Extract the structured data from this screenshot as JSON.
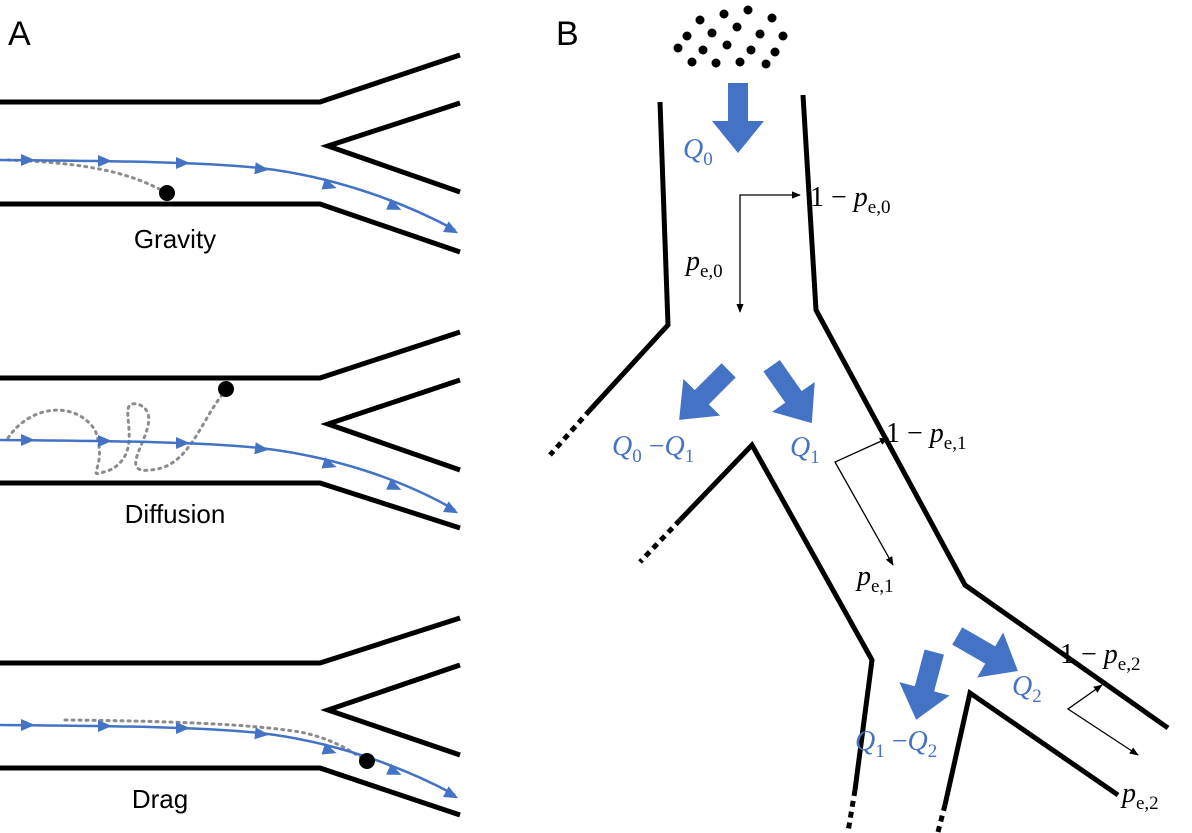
{
  "colors": {
    "flow": "#4472c4",
    "wall": "#000000",
    "trajectory": "#8c8c8c"
  },
  "panel_a": {
    "label": "A",
    "mechanisms": [
      "Gravity",
      "Diffusion",
      "Drag"
    ]
  },
  "panel_b": {
    "label": "B",
    "flows": {
      "q0": {
        "main": "Q",
        "sub": "0"
      },
      "q0_minus_q1": {
        "main1": "Q",
        "sub1": "0",
        "op": " −",
        "main2": "Q",
        "sub2": "1"
      },
      "q1": {
        "main": "Q",
        "sub": "1"
      },
      "q1_minus_q2": {
        "main1": "Q",
        "sub1": "1",
        "op": " −",
        "main2": "Q",
        "sub2": "2"
      },
      "q2": {
        "main": "Q",
        "sub": "2"
      }
    },
    "probabilities": {
      "pe0": {
        "main": "p",
        "sub": "e,0"
      },
      "one_minus_pe0": {
        "prefix": "1 − ",
        "main": "p",
        "sub": "e,0"
      },
      "pe1": {
        "main": "p",
        "sub": "e,1"
      },
      "one_minus_pe1": {
        "prefix": "1 − ",
        "main": "p",
        "sub": "e,1"
      },
      "pe2": {
        "main": "p",
        "sub": "e,2"
      },
      "one_minus_pe2": {
        "prefix": "1 − ",
        "main": "p",
        "sub": "e,2"
      }
    }
  }
}
